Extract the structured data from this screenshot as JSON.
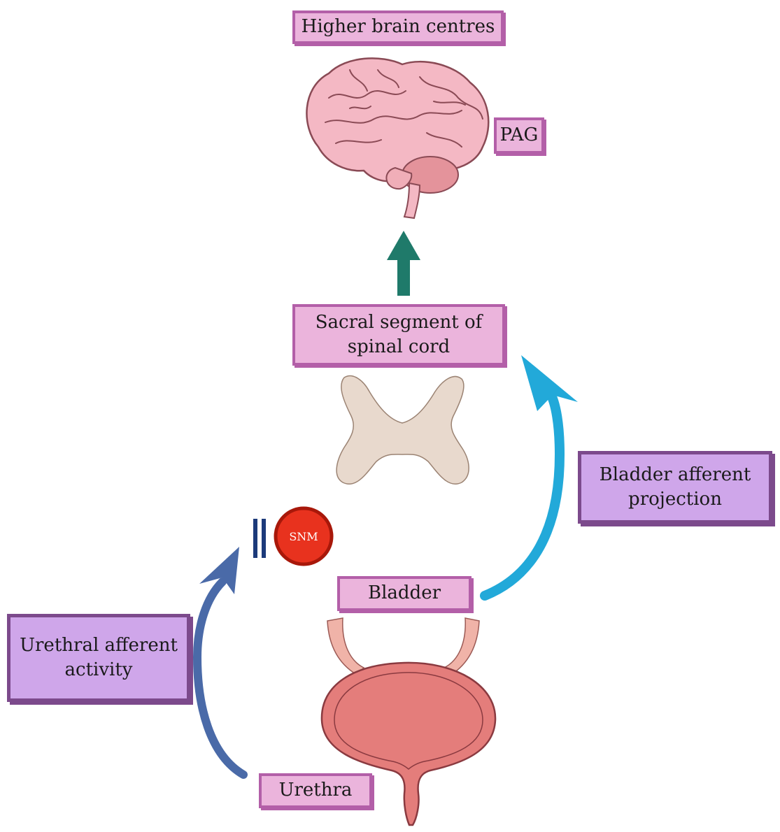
{
  "labels": {
    "higher_brain": "Higher brain centres",
    "pag": "PAG",
    "sacral": "Sacral segment of spinal cord",
    "bladder": "Bladder",
    "urethra": "Urethra",
    "bladder_afferent": "Bladder afferent projection",
    "urethral_afferent": "Urethral afferent activity",
    "snm": "SNM"
  },
  "colors": {
    "pink_box": "#ebb4dc",
    "pink_border": "#b35fa8",
    "purple_box": "#cfa6ea",
    "purple_border": "#7c4a8c",
    "green_arrow": "#1f7a6a",
    "blue_arrow": "#22a9d9",
    "navy_arrow": "#4a6aa8",
    "snm_red": "#e8321e"
  },
  "icons": [
    "brain-icon",
    "spinal-cord-cross-section-icon",
    "bladder-icon",
    "snm-stimulator-icon",
    "inhibition-bar-icon"
  ]
}
